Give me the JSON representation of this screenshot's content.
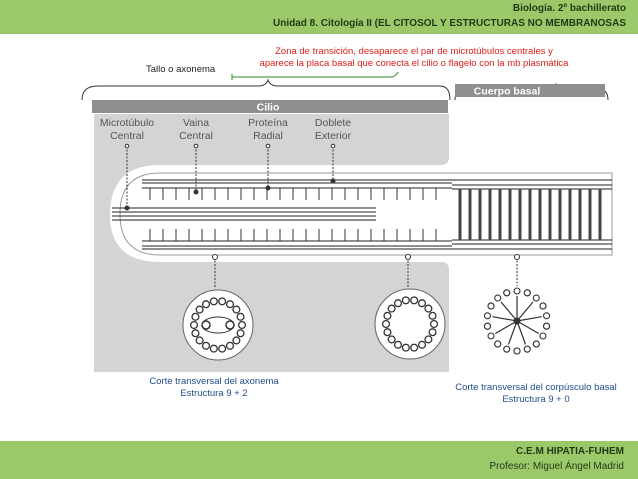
{
  "header": {
    "subject": "Biología. 2º bachillerato",
    "unit": "Unidad 8. Citología II (EL CITOSOL Y ESTRUCTURAS NO MEMBRANOSAS"
  },
  "footer": {
    "school": "C.E.M HIPATIA-FUHEM",
    "teacher": "Profesor: Miguel Ángel Madrid"
  },
  "annotations": {
    "transition_zone": {
      "line1": "Zona de transición, desaparece el par de microtúbulos centrales y",
      "line2": "aparece la placa basal que conecta el cilio o flagelo con la mb plasmática"
    },
    "stem": "Tallo o axonema",
    "axoneme_section": {
      "line1": "Corte transversal  del axonema",
      "line2": "Estructura 9 + 2"
    },
    "basal_section": {
      "line1": "Corte transversal  del corpúsculo basal",
      "line2": "Estructura 9 + 0"
    }
  },
  "diagram": {
    "cilium_label": "Cilio",
    "basal_body_label": "Cuerpo basal",
    "parts": [
      {
        "line1": "Microtúbulo",
        "line2": "Central"
      },
      {
        "line1": "Vaina",
        "line2": "Central"
      },
      {
        "line1": "Proteína",
        "line2": "Radial"
      },
      {
        "line1": "Doblete",
        "line2": "Exterior"
      }
    ]
  },
  "colors": {
    "band": "#9bc96a",
    "annotation_red": "#e0201b",
    "annotation_blue": "#1f4c8c",
    "membrane_gray": "#d4d4d4",
    "label_box": "#8f8f8f"
  }
}
